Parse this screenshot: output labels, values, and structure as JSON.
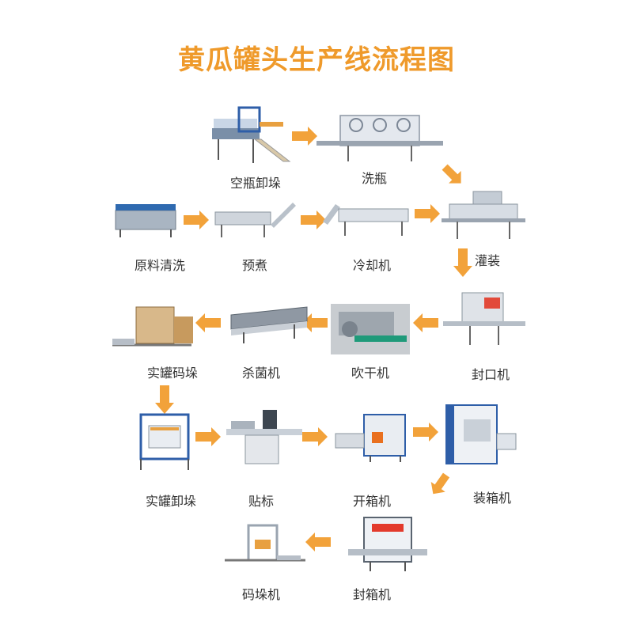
{
  "title": "黄瓜罐头生产线流程图",
  "colors": {
    "title": "#ef9a2b",
    "arrow": "#f2a23a",
    "label": "#333333"
  },
  "steps": [
    {
      "id": 1,
      "label": "空瓶卸垛",
      "icon": "empty-bottle-depalletizer-icon"
    },
    {
      "id": 2,
      "label": "洗瓶",
      "icon": "bottle-washer-icon"
    },
    {
      "id": 3,
      "label": "原料清洗",
      "icon": "raw-material-washer-icon"
    },
    {
      "id": 4,
      "label": "预煮",
      "icon": "pre-cooker-icon"
    },
    {
      "id": 5,
      "label": "冷却机",
      "icon": "cooling-machine-icon"
    },
    {
      "id": 6,
      "label": "灌装",
      "icon": "filling-machine-icon"
    },
    {
      "id": 7,
      "label": "实罐码垛",
      "icon": "full-can-palletizer-icon"
    },
    {
      "id": 8,
      "label": "杀菌机",
      "icon": "sterilizer-icon"
    },
    {
      "id": 9,
      "label": "吹干机",
      "icon": "blow-dryer-icon"
    },
    {
      "id": 10,
      "label": "封口机",
      "icon": "sealing-machine-icon"
    },
    {
      "id": 11,
      "label": "实罐卸垛",
      "icon": "full-can-depalletizer-icon"
    },
    {
      "id": 12,
      "label": "贴标",
      "icon": "labeling-machine-icon"
    },
    {
      "id": 13,
      "label": "开箱机",
      "icon": "case-erector-icon"
    },
    {
      "id": 14,
      "label": "装箱机",
      "icon": "case-packer-icon"
    },
    {
      "id": 15,
      "label": "码垛机",
      "icon": "palletizer-icon"
    },
    {
      "id": 16,
      "label": "封箱机",
      "icon": "case-sealer-icon"
    }
  ]
}
